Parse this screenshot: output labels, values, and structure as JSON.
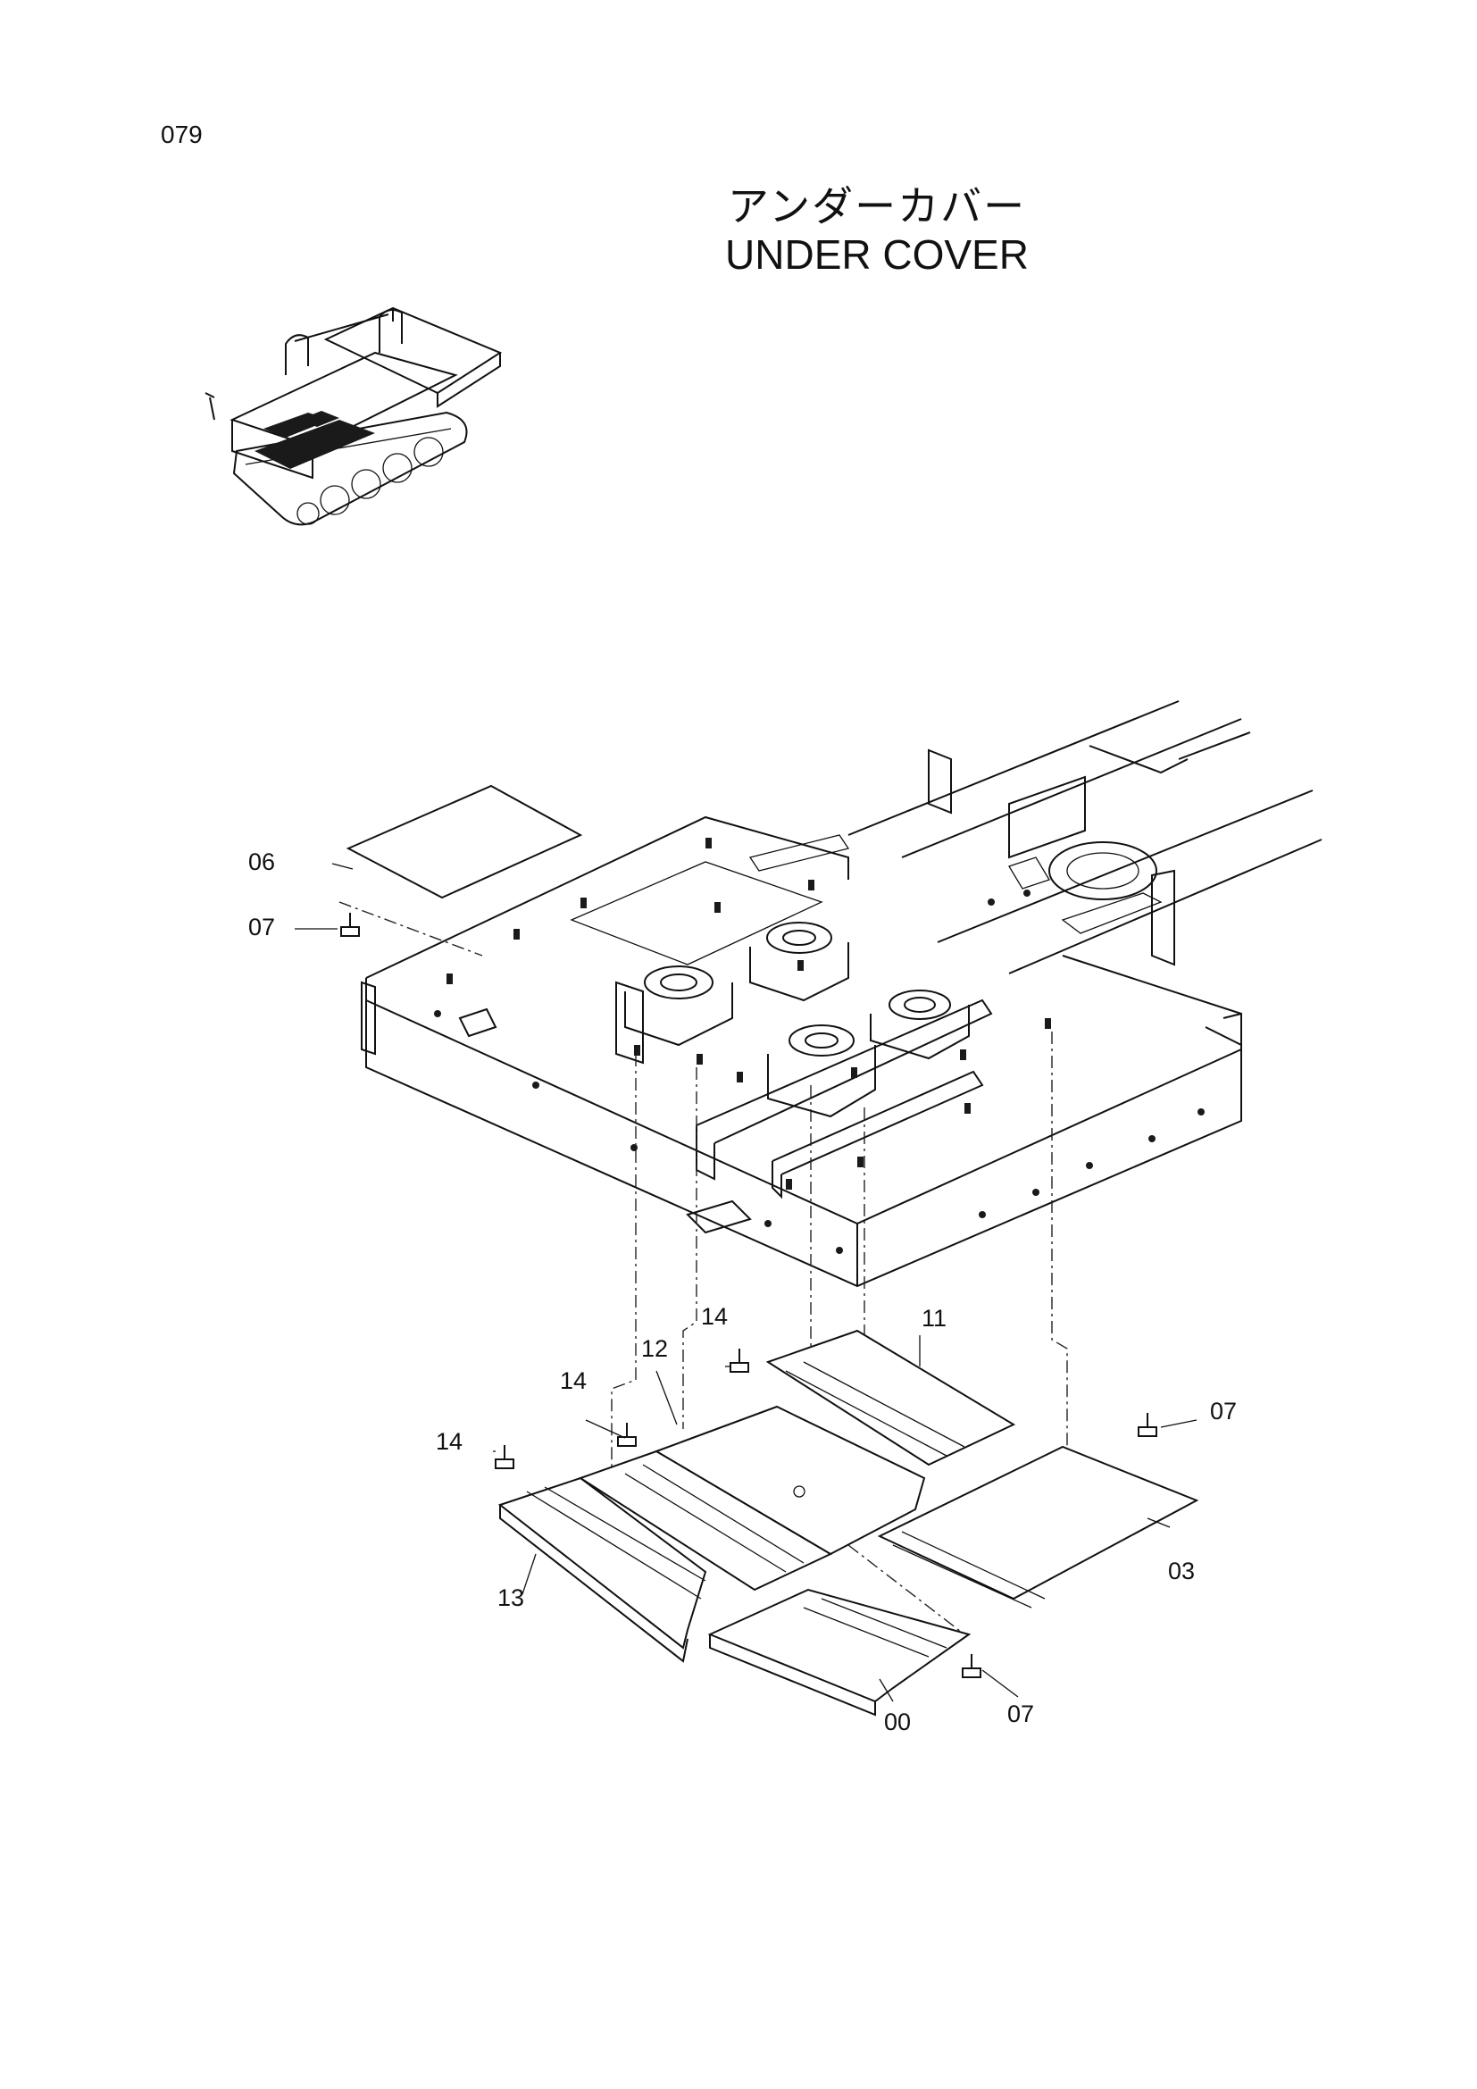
{
  "page_number": "079",
  "title_jp": "アンダーカバー",
  "title_en": "UNDER COVER",
  "callouts": [
    "06",
    "07",
    "14",
    "12",
    "11",
    "14",
    "07",
    "14",
    "03",
    "13",
    "00",
    "07"
  ],
  "colors": {
    "ink": "#111111",
    "background": "#ffffff"
  }
}
